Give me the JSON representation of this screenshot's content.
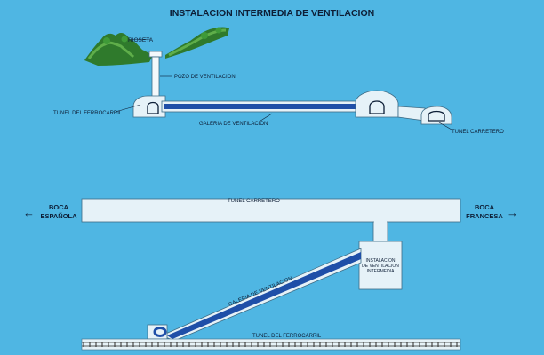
{
  "title": "INSTALACION INTERMEDIA DE VENTILACION",
  "section_view": {
    "labels": {
      "surface_feature": "RIOSETA",
      "shaft": "POZO DE VENTILACION",
      "railway_tunnel": "TUNEL DEL FERROCARRIL",
      "ventilation_gallery": "GALERIA DE VENTILACION",
      "road_tunnel": "TUNEL CARRETERO"
    }
  },
  "plan_view": {
    "labels": {
      "road_tunnel": "TUNEL CARRETERO",
      "spanish_portal": [
        "BOCA",
        "ESPAÑOLA"
      ],
      "french_portal": [
        "BOCA",
        "FRANCESA"
      ],
      "installation": [
        "INSTALACION",
        "DE VENTILACION",
        "INTERMEDIA"
      ],
      "ventilation_gallery": "GALERIA DE VENTILACION",
      "railway_tunnel": "TUNEL DEL FERROCARRIL"
    },
    "arrows": {
      "left": "←",
      "right": "→"
    }
  },
  "colors": {
    "background": "#4fb6e3",
    "tunnel_fill": "#e6f2f8",
    "tunnel_stroke": "#3e6c86",
    "gallery_blue": "#1f4fa8",
    "vegetation": "#2f7a2c",
    "text": "#0d1e36"
  }
}
